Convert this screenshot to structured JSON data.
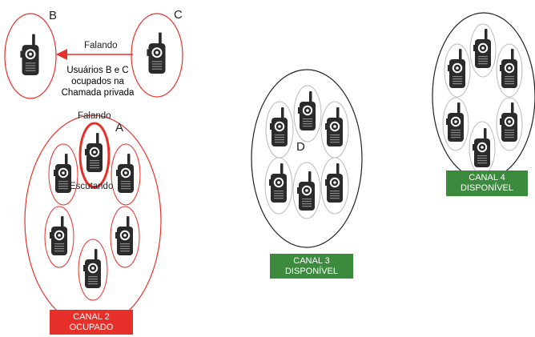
{
  "labels": {
    "b": "B",
    "c": "C",
    "a": "A",
    "d": "D",
    "talking_top": "Falando",
    "talking_a": "Falando",
    "listening": "Escutando",
    "private_call_line1": "Usuários B e C",
    "private_call_line2": "ocupados na",
    "private_call_line3": "Chamada privada"
  },
  "channels": {
    "ch2": {
      "line1": "CANAL 2",
      "line2": "OCUPADO",
      "color": "#e8302a"
    },
    "ch3": {
      "line1": "CANAL 3",
      "line2": "DISPONÍVEL",
      "color": "#3c8a3e"
    },
    "ch4": {
      "line1": "CANAL 4",
      "line2": "DISPONÍVEL",
      "color": "#3c8a3e"
    }
  },
  "colors": {
    "busy": "#e8302a",
    "available_outline": "#222222",
    "bubble_outline": "#c8c8c8",
    "radio_body": "#2b2b2b"
  }
}
